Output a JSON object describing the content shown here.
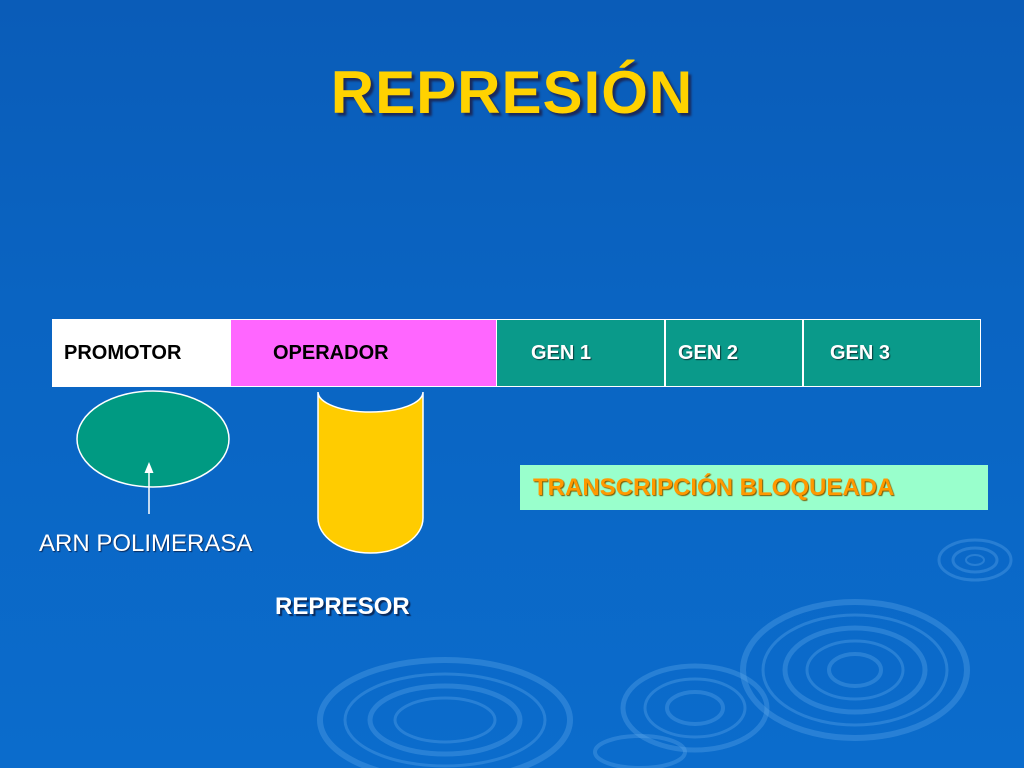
{
  "slide": {
    "title": "REPRESIÓN"
  },
  "dna_bar": {
    "segments": [
      {
        "label": "PROMOTOR",
        "color": "#ffffff"
      },
      {
        "label": "OPERADOR",
        "color": "#ff66ff"
      },
      {
        "label": "GEN 1",
        "color": "#0a9a8a"
      },
      {
        "label": "GEN 2",
        "color": "#0a9a8a"
      },
      {
        "label": "GEN 3",
        "color": "#0a9a8a"
      }
    ]
  },
  "labels": {
    "polymerase": "ARN POLIMERASA",
    "repressor": "REPRESOR",
    "blocked": "TRANSCRIPCIÓN BLOQUEADA"
  },
  "colors": {
    "background": "#0a64c2",
    "title": "#ffd200",
    "polymerase_fill": "#009a82",
    "repressor_fill": "#ffcc00",
    "blocked_box": "#99ffcc",
    "blocked_text": "#ff9900"
  }
}
